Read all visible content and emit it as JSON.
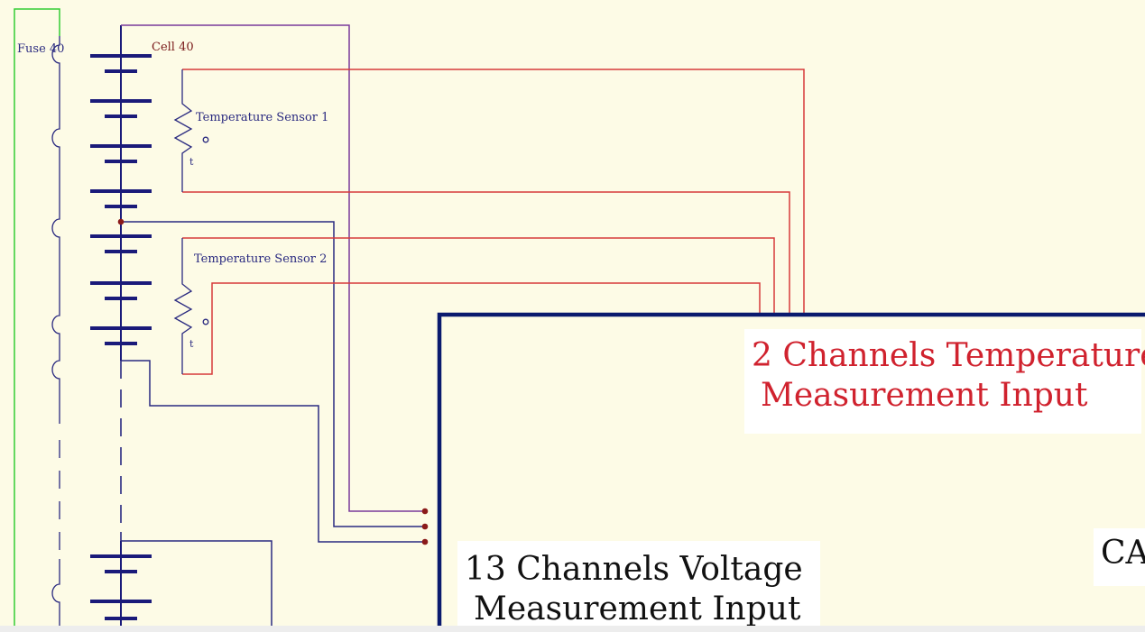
{
  "labels": {
    "fuse": "Fuse 40",
    "cell": "Cell 40",
    "temp_sensor_1": "Temperature Sensor 1",
    "temp_sensor_2": "Temperature Sensor 2",
    "thermistor_mark_1": "t",
    "thermistor_mark_2": "t"
  },
  "blocks": {
    "temperature_input": {
      "line1": "2 Channels Temperature",
      "line2": "Measurement Input"
    },
    "voltage_input": {
      "line1": "13 Channels Voltage",
      "line2": "Measurement Input"
    },
    "truncated_label": "CA"
  },
  "colors": {
    "battery": "#1a1a7a",
    "sensor_wire": "#d63a3a",
    "tap_wire": "#2a2a80",
    "purple_wire": "#7a3a9a",
    "ic_border": "#0a1a6e",
    "green_rail": "#33cc33",
    "node_dot": "#8b1a1a",
    "temp_text": "#d0222e",
    "cell_label": "#7a1a1a"
  }
}
